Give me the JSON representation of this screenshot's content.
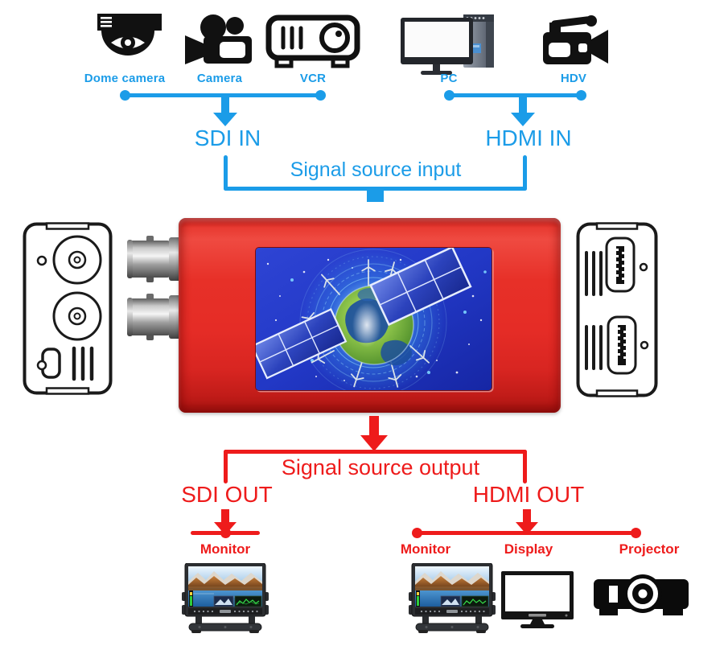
{
  "colors": {
    "accent_blue": "#1b9ce8",
    "accent_red": "#ee1b1b",
    "device_red": "#e63129"
  },
  "input": {
    "title": "Signal source input",
    "sdi_port_label": "SDI IN",
    "hdmi_port_label": "HDMI IN",
    "sdi_sources": [
      {
        "label": "Dome camera"
      },
      {
        "label": "Camera"
      },
      {
        "label": "VCR"
      }
    ],
    "hdmi_sources": [
      {
        "label": "PC"
      },
      {
        "label": "HDV"
      }
    ]
  },
  "output": {
    "title": "Signal source output",
    "sdi_port_label": "SDI OUT",
    "hdmi_port_label": "HDMI OUT",
    "sdi_sinks": [
      {
        "label": "Monitor"
      }
    ],
    "hdmi_sinks": [
      {
        "label": "Monitor"
      },
      {
        "label": "Display"
      },
      {
        "label": "Projector"
      }
    ]
  }
}
